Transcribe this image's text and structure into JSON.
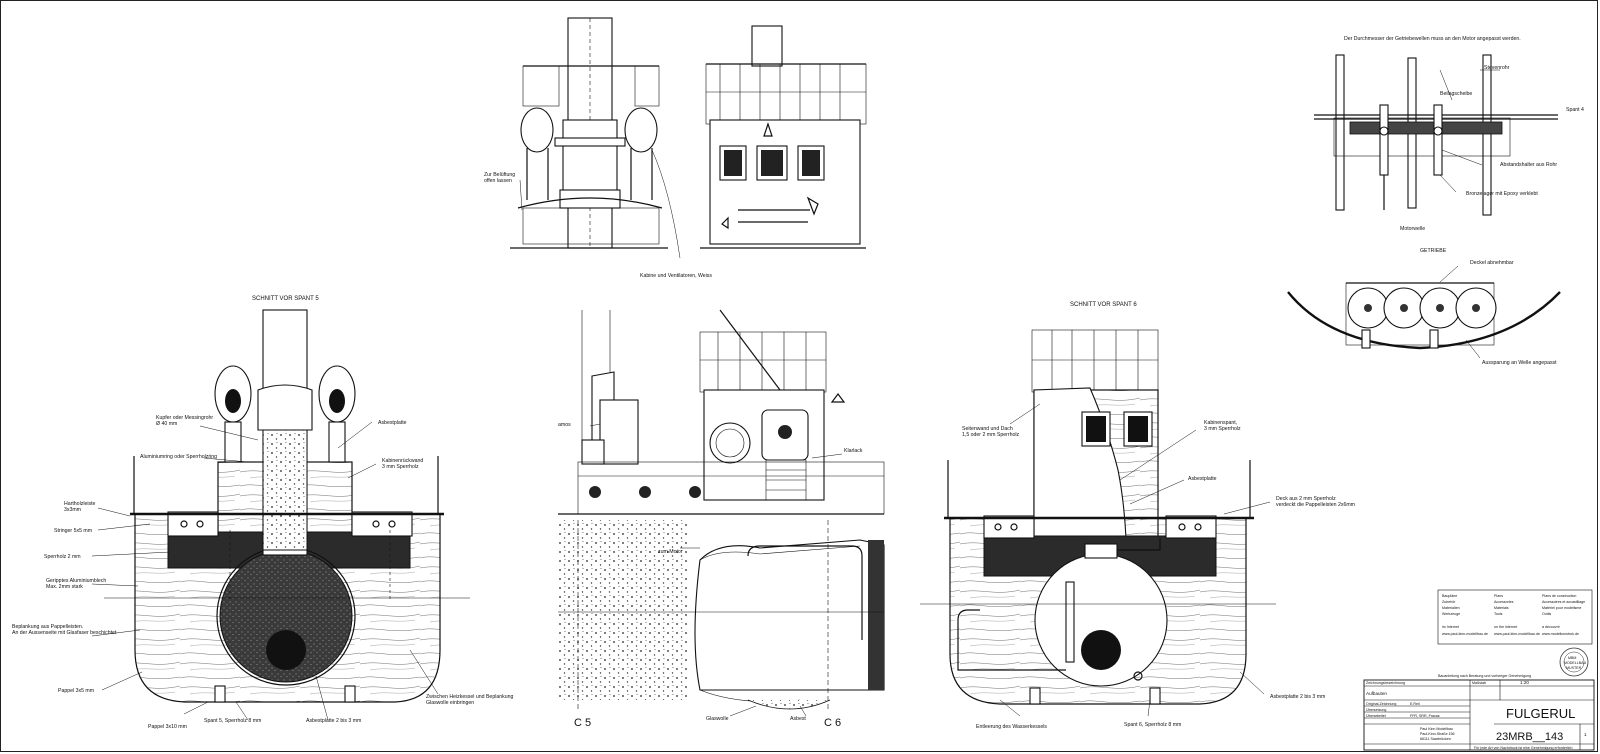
{
  "top_view": {
    "labels": {
      "ventilation": [
        "Zur Belüftung",
        "offen lassen"
      ],
      "cabin": "Kabine und Ventilatoren, Weiss"
    }
  },
  "gearbox_view": {
    "note": "Der Durchmesser der Getriebewellen muss an den Motor angepasst werden.",
    "labels": {
      "stevenrohr": "Stevenrohr",
      "beilagscheibe": "Beilagscheibe",
      "spant4": "Spant 4",
      "abstandshalter": "Abstandshalter aus Rohr",
      "bronzelager": "Bronzelager mit Epoxy verklebt",
      "motorwelle": "Motorwelle"
    },
    "getriebe_title": "GETRIEBE",
    "deckel": "Deckel abnehmbar",
    "aussparung": "Aussparung an Welle angepasst"
  },
  "section_left": {
    "title": "SCHNITT VOR SPANT 5",
    "labels": {
      "kupfer": [
        "Kupfer oder Messingrohr",
        "Ø 40 mm"
      ],
      "aluring": "Aluminiumring oder Sperrholzring",
      "asbestplatte": "Asbestplatte",
      "kabinenrueckwand": [
        "Kabinenrückwand",
        "3 mm Sperrholz"
      ],
      "hartholzleiste": [
        "Hartholzleiste",
        "3x3mm"
      ],
      "stringer": "Stringer 5x5 mm",
      "sperrholz": "Sperrholz 2 mm",
      "alublech": [
        "Geripptes Aluminiumblech",
        "Max. 2mm stark"
      ],
      "beplankung": [
        "Beplankung aus Pappelleisten.",
        "An der Aussenseite mit Glasfaser beschichtet"
      ],
      "pappel3x5": "Pappel 3x5 mm",
      "pappel3x10": "Pappel 3x10 mm",
      "spant5": "Spant 5, Sperrholz 8 mm",
      "asbest2bis3": "Asbestplatte 2 bis 3 mm",
      "zwischen": [
        "Zwischen Heizkessel und Beplankung",
        "Glaswolle einbringen"
      ]
    }
  },
  "side_view": {
    "labels": {
      "amos": "amos",
      "klarlack": "Klarlack",
      "zum_motor": "zum Motor",
      "glaswolle": "Glaswolle",
      "asbest": "Asbest",
      "c5": "C 5",
      "c6": "C 6"
    }
  },
  "section_right": {
    "title": "SCHNITT VOR SPANT 6",
    "labels": {
      "seitenwand": [
        "Seitenwand und Dach",
        "1,5 oder 2 mm Sperrholz"
      ],
      "kabinenspant": [
        "Kabinenspant,",
        "3 mm Sperrholz"
      ],
      "asbestplatte": "Asbestplatte",
      "deck": [
        "Deck aus 2 mm Sperrholz",
        "verdeckt die Pappelleisten 2x6mm"
      ],
      "asbest2bis3": "Asbestplatte 2 bis 3 mm",
      "entleerung": "Entleerung des Wasserkessels",
      "spant6": "Spant 6, Sperrholz 8 mm"
    }
  },
  "legend_box": {
    "col1": [
      "Baupläne",
      "Zubehör",
      "Materialien",
      "Werkzeuge"
    ],
    "col2": [
      "Plans",
      "Accessories",
      "Materials",
      "Tools"
    ],
    "col3": [
      "Plans de construction",
      "Accessoires et accastillage",
      "Matériel pour modélisme",
      "Outils"
    ],
    "urls_label": [
      "im Internet",
      "on the internet",
      "a découvrir"
    ],
    "urls": [
      "www.paul-kinn-modellbau.de",
      "www.paul-kinn-modellbau.de",
      "www.modelkonstruk.de"
    ]
  },
  "title_block": {
    "copyright_note": "Bauanleitung nach Beratung und vorheriger Genehmigung",
    "heading_small": "Zeichnungsbezeichnung",
    "subject": "Aufbauten",
    "scale_label": "Maßstab",
    "scale_value": "1:20",
    "title": "FULGERUL",
    "number": "23MRB__143",
    "sheet": "1",
    "rows": [
      [
        "Original-Zeichnung",
        "E.Reil"
      ],
      [
        "Übersetzung",
        ""
      ],
      [
        "Überarbeitet",
        "FFR, SRR, Fracas"
      ]
    ],
    "addr": [
      "Paul Kinn Modellbau",
      "Paul-Kinn-Straße 156",
      "66111 Saarbrücken"
    ],
    "footer_note": "Für jede Art von Nachdruck ist eine Genehmigung erforderlich"
  },
  "stamp": {
    "text": [
      "MBM",
      "MODELLBAU",
      "MUSTER"
    ]
  }
}
